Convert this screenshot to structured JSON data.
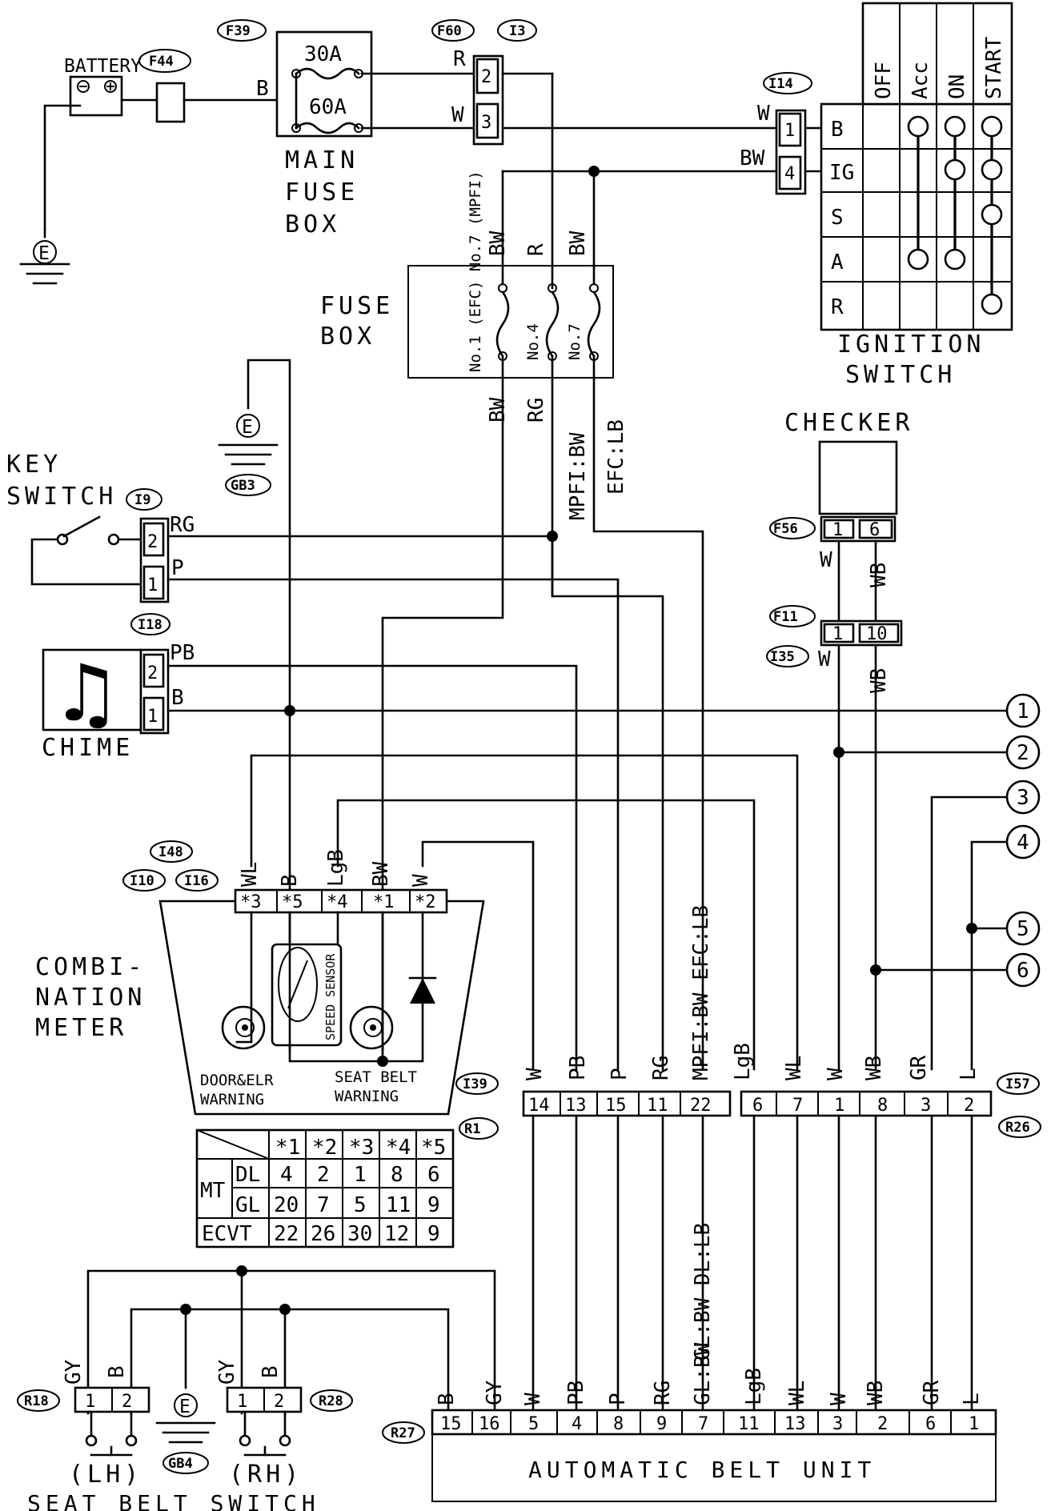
{
  "components": {
    "battery": "BATTERY",
    "main_fuse_box": [
      "MAIN",
      "FUSE",
      "BOX"
    ],
    "main_fuse_30a": "30A",
    "main_fuse_60a": "60A",
    "fuse_box": [
      "FUSE",
      "BOX"
    ],
    "fuse_labels": [
      "No.1 (EFC) No.7 (MPFI)",
      "No.4",
      "No.7"
    ],
    "ignition_switch": [
      "IGNITION",
      "SWITCH"
    ],
    "ignition_positions": [
      "OFF",
      "Acc",
      "ON",
      "START"
    ],
    "ignition_terminals": [
      "B",
      "IG",
      "S",
      "A",
      "R"
    ],
    "checker": "CHECKER",
    "key_switch": [
      "KEY",
      "SWITCH"
    ],
    "chime": "CHIME",
    "combination_meter": [
      "COMBI-",
      "NATION",
      "METER"
    ],
    "speed_sensor": "SPEED SENSOR",
    "door_elr_warning": [
      "DOOR&ELR",
      "WARNING"
    ],
    "seat_belt_warning": [
      "SEAT BELT",
      "WARNING"
    ],
    "automatic_belt_unit": "AUTOMATIC BELT UNIT",
    "seat_belt_switch": "SEAT BELT SWITCH",
    "lh": "(LH)",
    "rh": "(RH)",
    "ground": "E"
  },
  "connectors": {
    "F39": "F39",
    "F44": "F44",
    "F60": "F60",
    "I3": "I3",
    "I14": "I14",
    "I9": "I9",
    "I18": "I18",
    "F56": "F56",
    "F11": "F11",
    "I35": "I35",
    "I48": "I48",
    "I10": "I10",
    "I16": "I16",
    "I39": "I39",
    "R1": "R1",
    "I57": "I57",
    "R26": "R26",
    "R18": "R18",
    "R28": "R28",
    "R27": "R27",
    "GB3": "GB3",
    "GB4": "GB4"
  },
  "wire_colors": {
    "B": "B",
    "R": "R",
    "W": "W",
    "BW": "BW",
    "RG": "RG",
    "P": "P",
    "PB": "PB",
    "WL": "WL",
    "LgB": "LgB",
    "WB": "WB",
    "GR": "GR",
    "L": "L",
    "GY": "GY",
    "mpfi_bw": "MPFI:BW",
    "efc_lb": "EFC:LB",
    "mpfi_efc": "MPFI:BW EFC:LB",
    "gl_dl": "GL:BW DL:LB"
  },
  "pins": {
    "f60_i3": [
      "2",
      "3"
    ],
    "i14": [
      "1",
      "4"
    ],
    "i9": [
      "2",
      "1"
    ],
    "i18": [
      "2",
      "1"
    ],
    "f56": [
      "1",
      "6"
    ],
    "f11": [
      "1",
      "10"
    ],
    "meter": [
      "*3",
      "*5",
      "*4",
      "*1",
      "*2"
    ],
    "i39": [
      "14",
      "13",
      "15",
      "11",
      "22"
    ],
    "i57": [
      "6",
      "7",
      "1",
      "8",
      "3",
      "2"
    ],
    "r18": [
      "1",
      "2"
    ],
    "r28": [
      "1",
      "2"
    ],
    "r27": [
      "15",
      "16",
      "5",
      "4",
      "8",
      "9",
      "7",
      "11",
      "13",
      "3",
      "2",
      "6",
      "1"
    ]
  },
  "r27_wire_labels": [
    "B",
    "GY",
    "W",
    "PB",
    "P",
    "RG",
    "GL:BW",
    "LgB",
    "WL",
    "W",
    "WB",
    "GR",
    "L"
  ],
  "i39_wire_labels": [
    "W",
    "PB",
    "P",
    "RG",
    "MPFI:BW EFC:LB"
  ],
  "i57_wire_labels": [
    "LgB",
    "WL",
    "W",
    "WB",
    "GR",
    "L"
  ],
  "meter_wire_labels": [
    "WL",
    "B",
    "LgB",
    "BW",
    "W"
  ],
  "pin_table": {
    "headers": [
      "*1",
      "*2",
      "*3",
      "*4",
      "*5"
    ],
    "mt": "MT",
    "rows": [
      {
        "label": "DL",
        "values": [
          "4",
          "2",
          "1",
          "8",
          "6"
        ]
      },
      {
        "label": "GL",
        "values": [
          "20",
          "7",
          "5",
          "11",
          "9"
        ]
      },
      {
        "label": "ECVT",
        "values": [
          "22",
          "26",
          "30",
          "12",
          "9"
        ]
      }
    ]
  },
  "references": [
    "1",
    "2",
    "3",
    "4",
    "5",
    "6"
  ]
}
